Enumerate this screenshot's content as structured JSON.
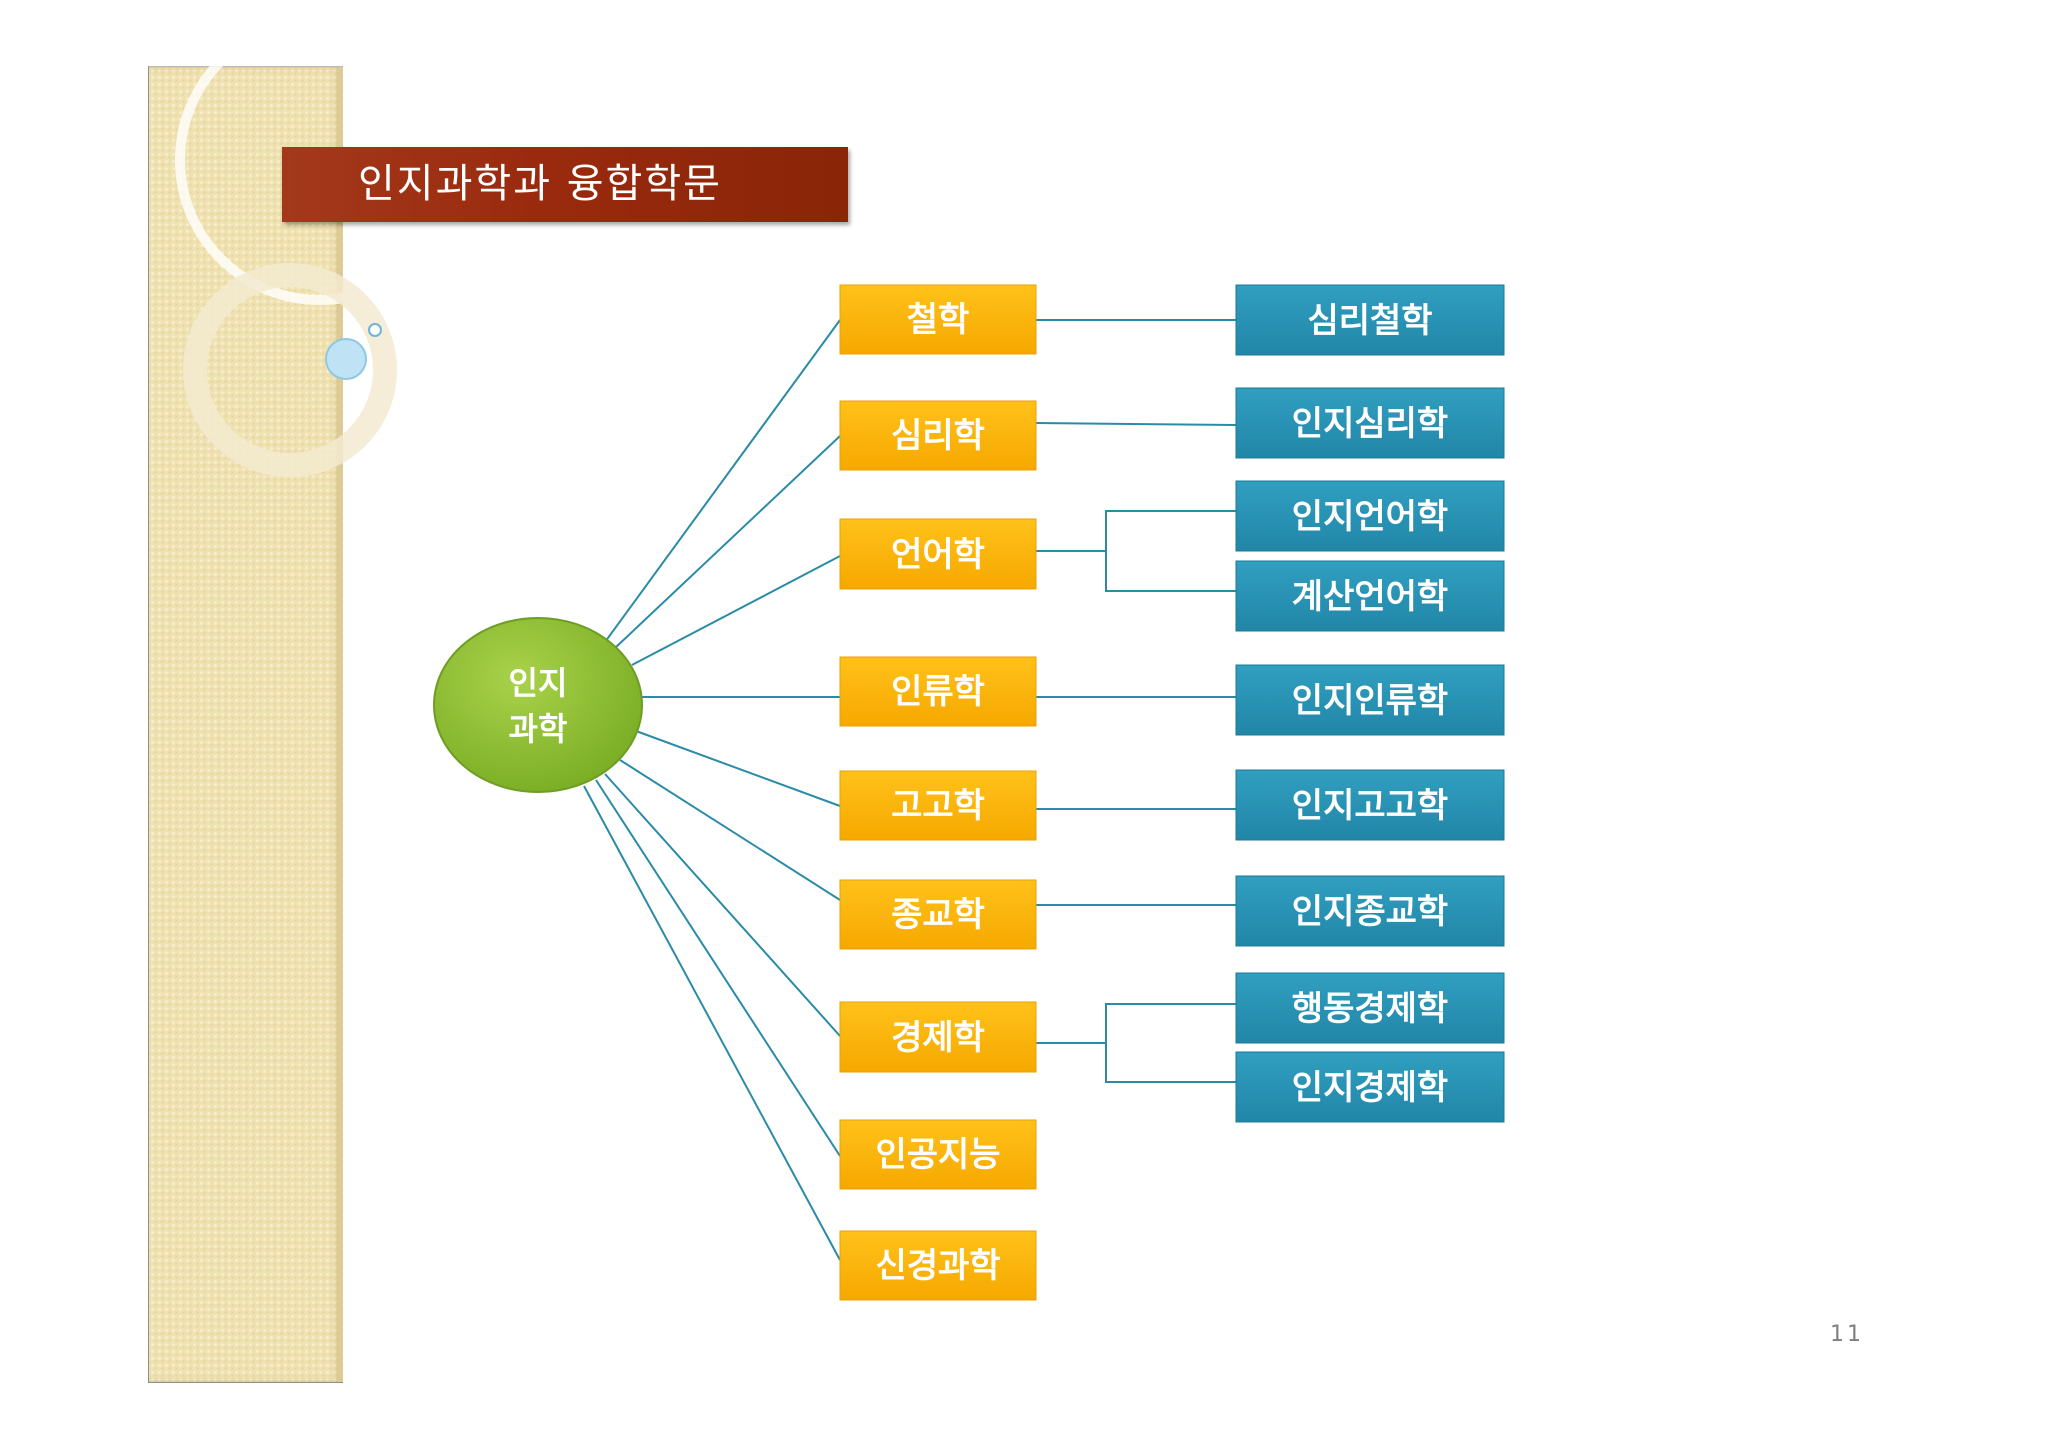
{
  "slide": {
    "title": "인지과학과  융합학문",
    "page_number": "11"
  },
  "diagram": {
    "root": {
      "line1": "인지",
      "line2": "과학"
    },
    "disciplines": [
      {
        "label": "철학"
      },
      {
        "label": "심리학"
      },
      {
        "label": "언어학"
      },
      {
        "label": "인류학"
      },
      {
        "label": "고고학"
      },
      {
        "label": "종교학"
      },
      {
        "label": "경제학"
      },
      {
        "label": "인공지능"
      },
      {
        "label": "신경과학"
      }
    ],
    "converged": [
      {
        "label": "심리철학",
        "from": "철학"
      },
      {
        "label": "인지심리학",
        "from": "심리학"
      },
      {
        "label": "인지언어학",
        "from": "언어학"
      },
      {
        "label": "계산언어학",
        "from": "언어학"
      },
      {
        "label": "인지인류학",
        "from": "인류학"
      },
      {
        "label": "인지고고학",
        "from": "고고학"
      },
      {
        "label": "인지종교학",
        "from": "종교학"
      },
      {
        "label": "행동경제학",
        "from": "경제학"
      },
      {
        "label": "인지경제학",
        "from": "경제학"
      }
    ],
    "colors": {
      "root": "#8fc13a",
      "discipline": "#fbb400",
      "converged": "#2a93b5",
      "connector": "#2a8ba8",
      "title_bar": "#9a2a0e"
    }
  }
}
